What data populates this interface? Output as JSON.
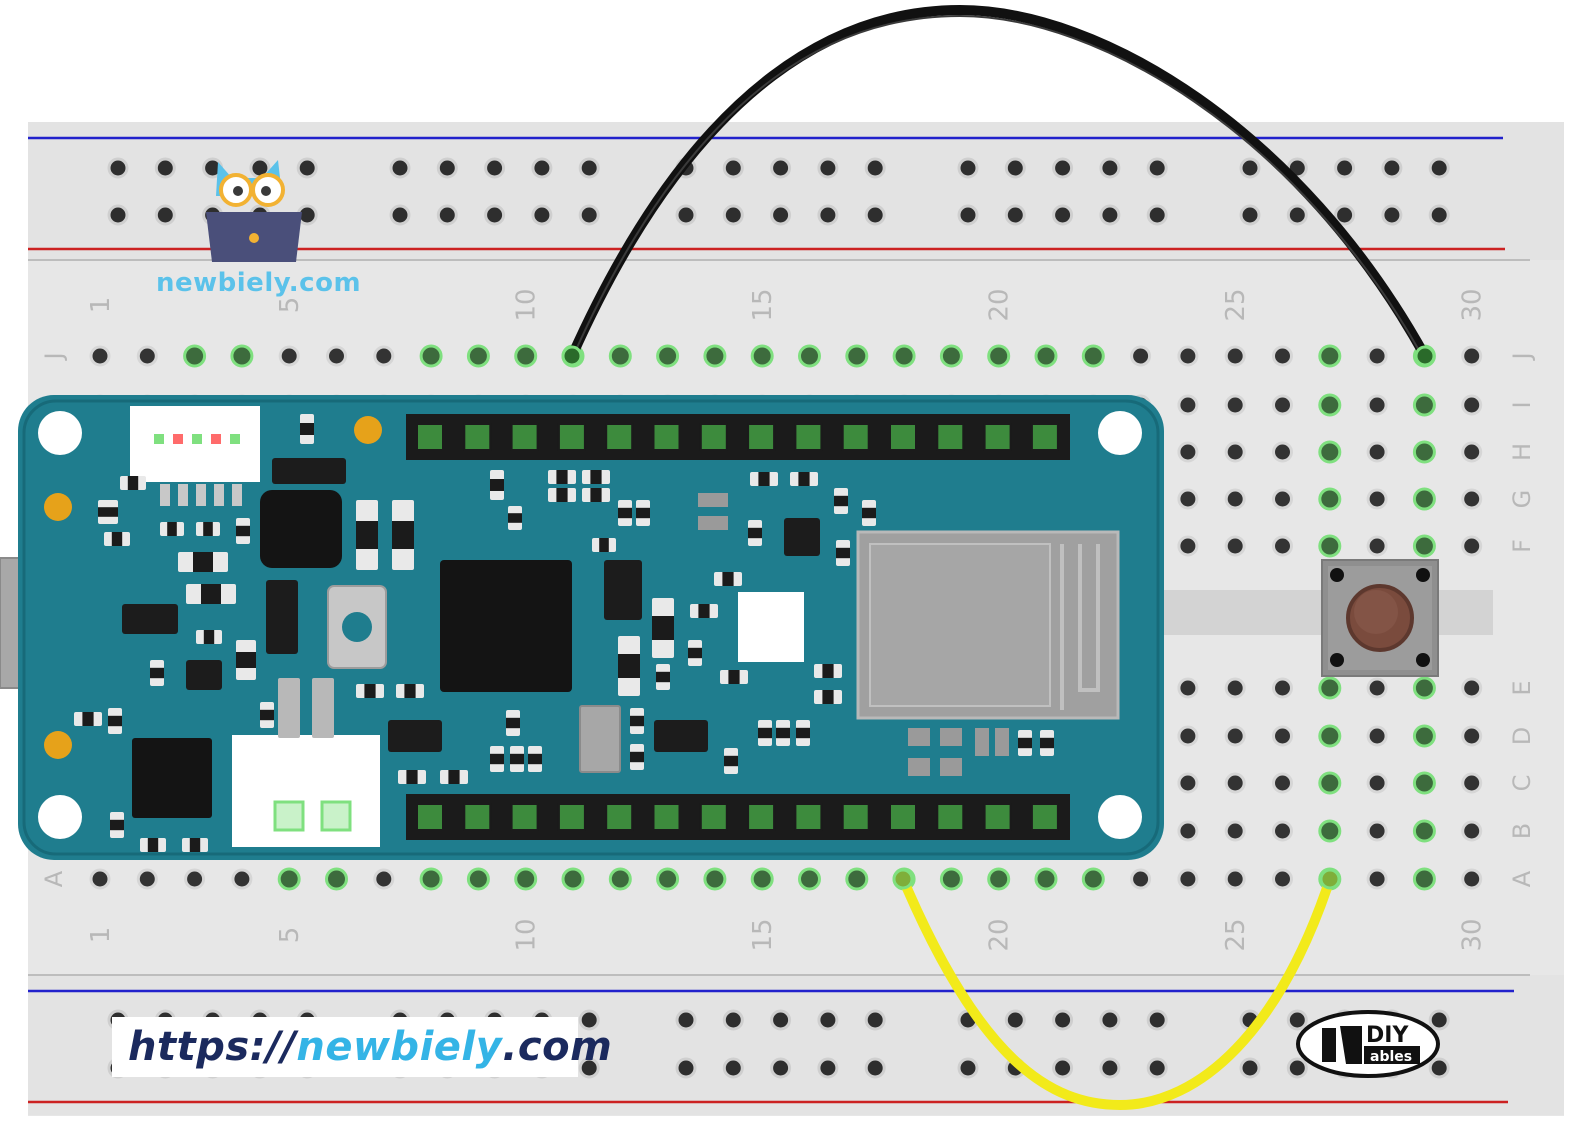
{
  "colors": {
    "board_bg": "#e7e7e7",
    "rail_blue": "#2222cc",
    "rail_red": "#cc2222",
    "hole": "#333333",
    "hole_active": "#7fe07f",
    "arduino_teal": "#1f7d8e",
    "wire_black": "#111111",
    "wire_yellow": "#f2ea1a",
    "button_cap": "#7a4b3d",
    "brand_dark": "#1b2a5e",
    "brand_light": "#34b4e6"
  },
  "breadboard": {
    "column_numbers": [
      "1",
      "5",
      "10",
      "15",
      "20",
      "25",
      "30"
    ],
    "row_letters_top": [
      "J",
      "I",
      "H",
      "G",
      "F"
    ],
    "row_letters_bottom": [
      "E",
      "D",
      "C",
      "B",
      "A"
    ]
  },
  "watermark": {
    "logo_text": "newbiely.com",
    "url_part1": "https://",
    "url_part2": "newbiely",
    "url_part3": ".com",
    "diy_top": "DIY",
    "diy_bottom": "ables"
  },
  "icons": [
    "owl-laptop-icon",
    "diyables-logo-icon"
  ]
}
